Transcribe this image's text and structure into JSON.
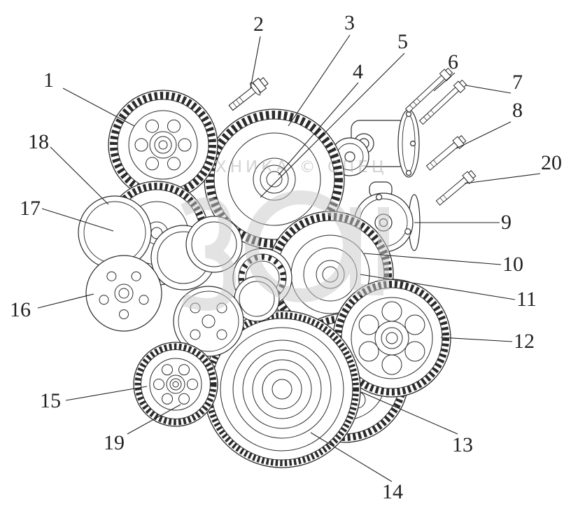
{
  "diagram": {
    "watermark": "ХНИКА © СПЕЦ",
    "labels": {
      "1": "1",
      "2": "2",
      "3": "3",
      "4": "4",
      "5": "5",
      "6": "6",
      "7": "7",
      "8": "8",
      "9": "9",
      "10": "10",
      "11": "11",
      "12": "12",
      "13": "13",
      "14": "14",
      "15": "15",
      "16": "16",
      "17": "17",
      "18": "18",
      "19": "19",
      "20": "20"
    }
  }
}
